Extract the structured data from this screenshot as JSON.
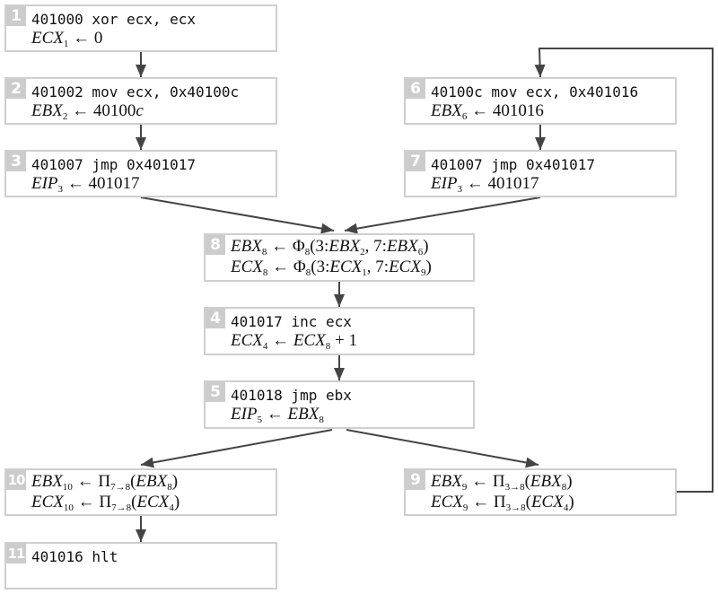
{
  "diagram": {
    "type": "control-flow-graph",
    "nodes": [
      {
        "id": "1",
        "code": "401000 xor ecx, ecx",
        "math": [
          {
            "var": "ECX",
            "sub": "1",
            "rhs_html": "0"
          }
        ]
      },
      {
        "id": "2",
        "code": "401002 mov ecx, 0x40100c",
        "math": [
          {
            "var": "EBX",
            "sub": "2",
            "rhs_html": "40100<i>c</i>"
          }
        ]
      },
      {
        "id": "3",
        "code": "401007 jmp 0x401017",
        "math": [
          {
            "var": "EIP",
            "sub": "3",
            "rhs_html": "401017"
          }
        ]
      },
      {
        "id": "6",
        "code": "40100c mov ecx, 0x401016",
        "math": [
          {
            "var": "EBX",
            "sub": "6",
            "rhs_html": "401016"
          }
        ]
      },
      {
        "id": "7",
        "code": "401007 jmp 0x401017",
        "math": [
          {
            "var": "EIP",
            "sub": "3",
            "rhs_html": "401017"
          }
        ]
      },
      {
        "id": "8",
        "code": null,
        "math": [
          {
            "var": "EBX",
            "sub": "8",
            "rhs_html": "Φ<sub>8</sub>(3:<i>EBX</i><sub>2</sub>, 7:<i>EBX</i><sub>6</sub>)"
          },
          {
            "var": "ECX",
            "sub": "8",
            "rhs_html": "Φ<sub>8</sub>(3:<i>ECX</i><sub>1</sub>, 7:<i>ECX</i><sub>9</sub>)"
          }
        ]
      },
      {
        "id": "4",
        "code": "401017 inc ecx",
        "math": [
          {
            "var": "ECX",
            "sub": "4",
            "rhs_html": "<i>ECX</i><sub>8</sub> + 1"
          }
        ]
      },
      {
        "id": "5",
        "code": "401018 jmp ebx",
        "math": [
          {
            "var": "EIP",
            "sub": "5",
            "rhs_html": "<i>EBX</i><sub>8</sub>"
          }
        ]
      },
      {
        "id": "10",
        "code": null,
        "math": [
          {
            "var": "EBX",
            "sub": "10",
            "rhs_html": "Π<sub>7→8</sub>(<i>EBX</i><sub>8</sub>)"
          },
          {
            "var": "ECX",
            "sub": "10",
            "rhs_html": "Π<sub>7→8</sub>(<i>ECX</i><sub>4</sub>)"
          }
        ]
      },
      {
        "id": "9",
        "code": null,
        "math": [
          {
            "var": "EBX",
            "sub": "9",
            "rhs_html": "Π<sub>3→8</sub>(<i>EBX</i><sub>8</sub>)"
          },
          {
            "var": "ECX",
            "sub": "9",
            "rhs_html": "Π<sub>3→8</sub>(<i>ECX</i><sub>4</sub>)"
          }
        ]
      },
      {
        "id": "11",
        "code": "401016 hlt",
        "math": []
      }
    ],
    "edges": [
      {
        "from": "1",
        "to": "2"
      },
      {
        "from": "2",
        "to": "3"
      },
      {
        "from": "6",
        "to": "7"
      },
      {
        "from": "3",
        "to": "8"
      },
      {
        "from": "7",
        "to": "8"
      },
      {
        "from": "8",
        "to": "4"
      },
      {
        "from": "4",
        "to": "5"
      },
      {
        "from": "5",
        "to": "10"
      },
      {
        "from": "5",
        "to": "9"
      },
      {
        "from": "10",
        "to": "11"
      },
      {
        "from": "9",
        "to": "6"
      }
    ],
    "assign_arrow": "←",
    "colors": {
      "node_border": "#cfcfcf",
      "badge_bg": "#cccccc",
      "badge_text": "#ffffff",
      "edge": "#444444"
    }
  }
}
